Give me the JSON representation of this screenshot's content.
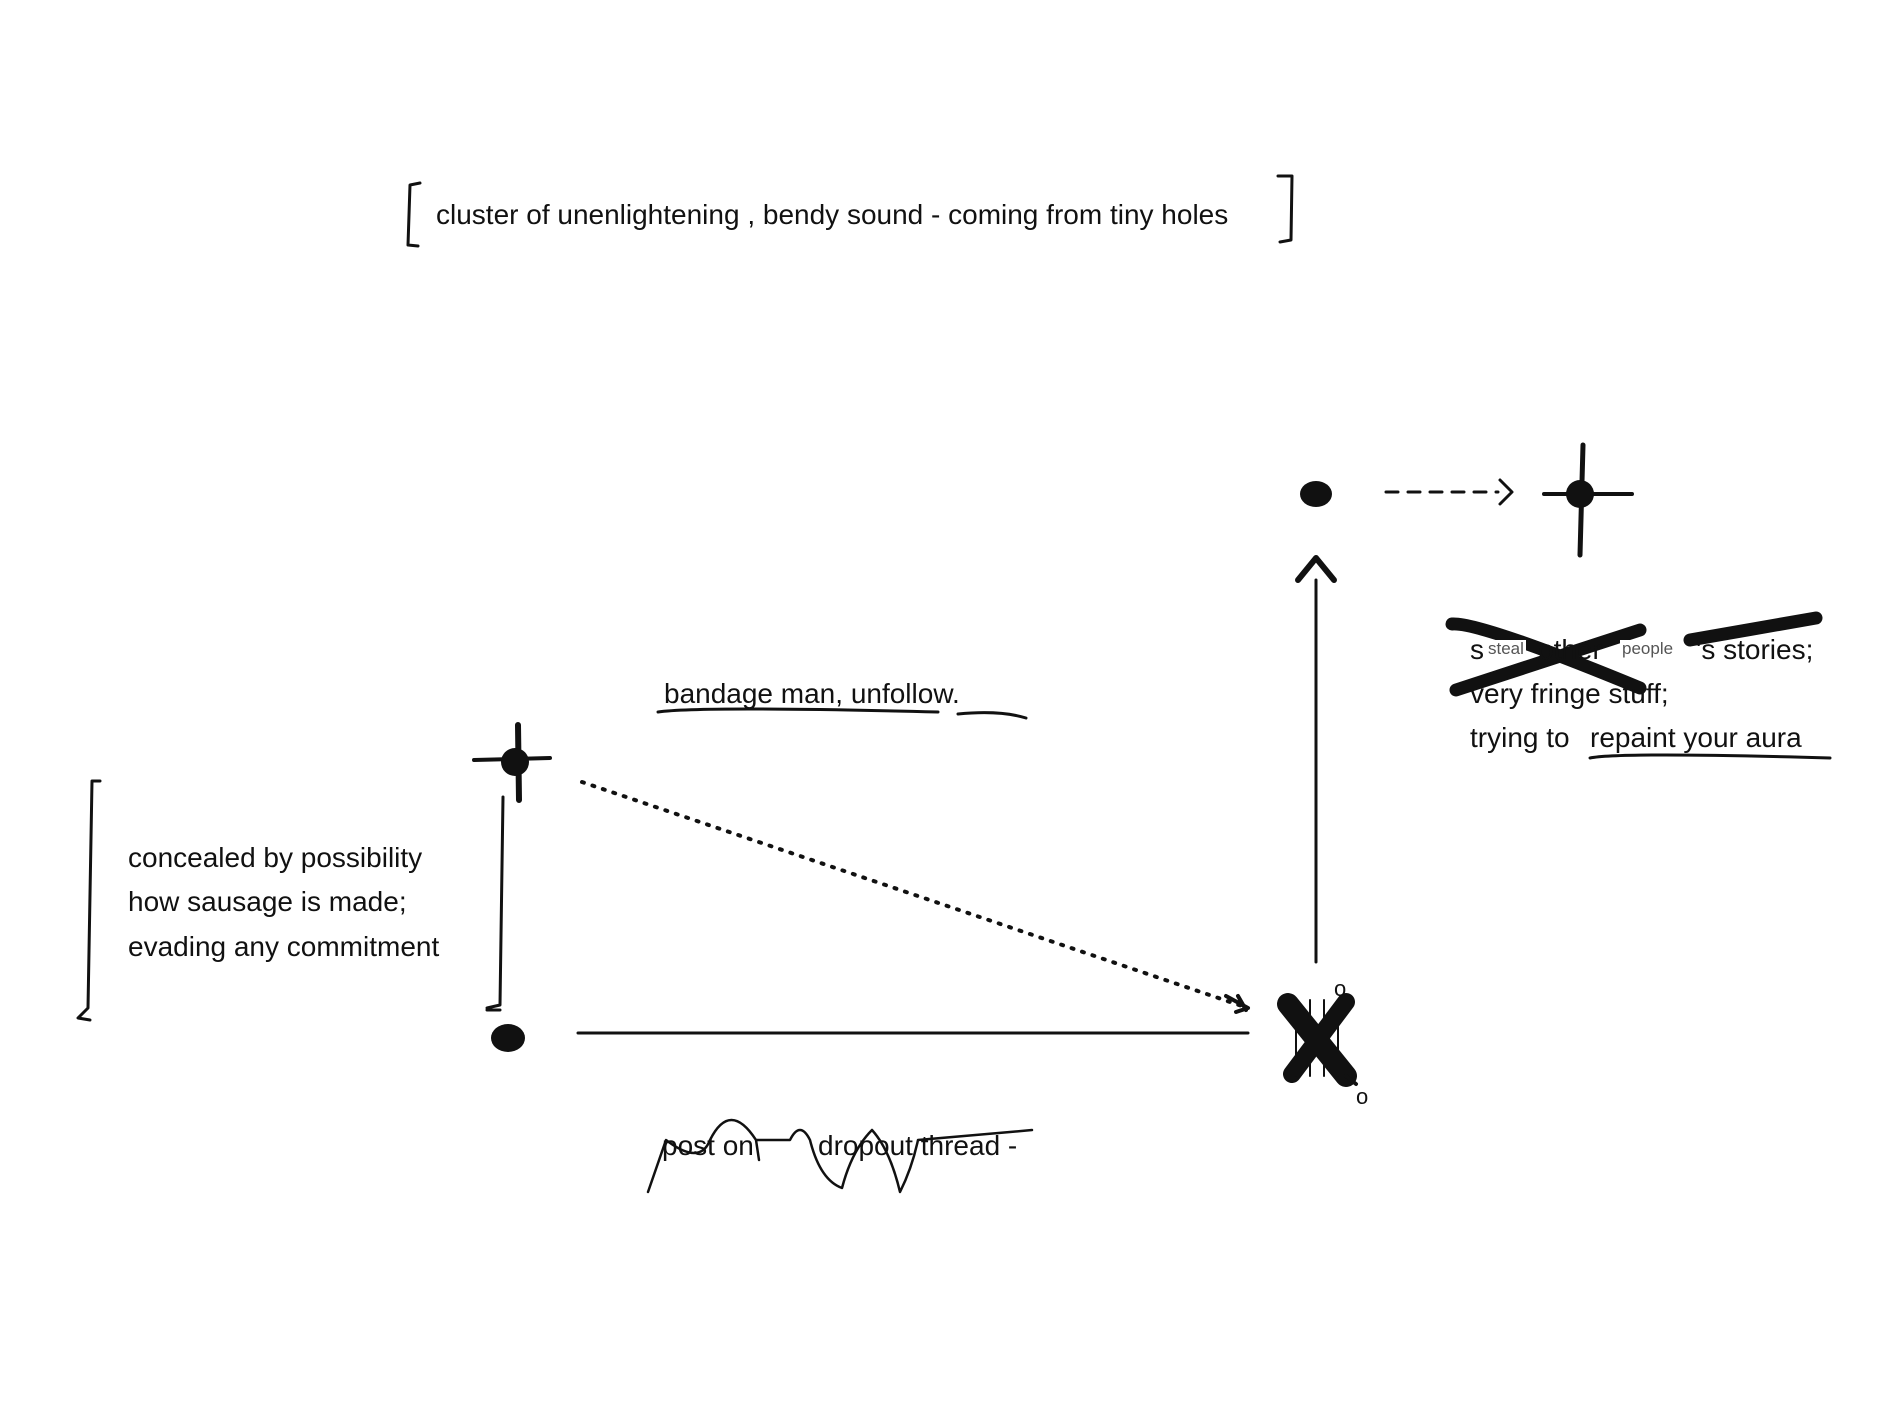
{
  "top_note": "cluster of   unenlightening , bendy sound - coming from tiny holes",
  "left_note": {
    "line1": "concealed by   possibility",
    "line2": "how sausage is made;",
    "line3": "evading    any   commitment"
  },
  "middle_label": "bandage man,  unfollow.",
  "bottom_label": {
    "part1": "post on",
    "part2": "dropout thread -"
  },
  "right_note": {
    "line1_prefix": "s",
    "line1_insert_steal": "steal",
    "line1_other": "other",
    "line1_insert_people": "people",
    "line1_end": "'s stories;",
    "line2": "very fringe stuff;",
    "line3_prefix": "trying to",
    "line3_underlined": "repaint your aura"
  },
  "cross_marks": {
    "upper": "o",
    "lower": "o"
  },
  "ink_color": "#111111"
}
